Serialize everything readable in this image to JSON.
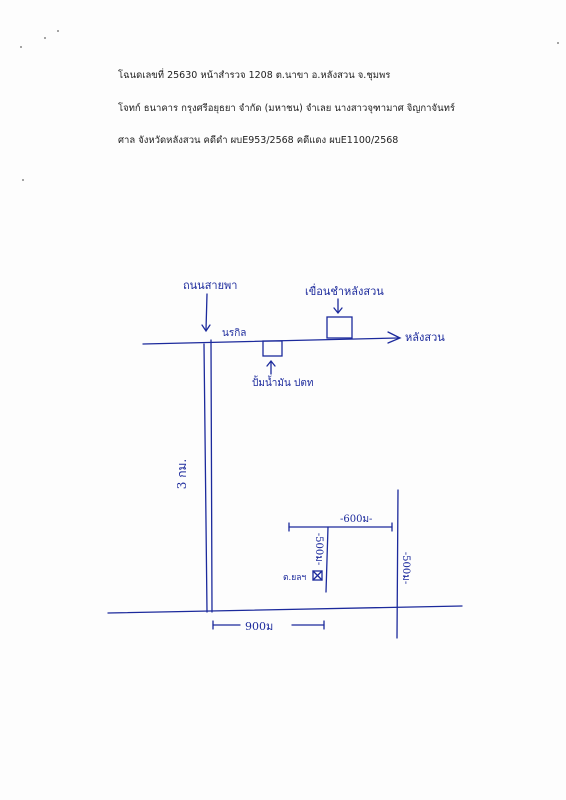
{
  "header": {
    "line1": "โฉนดเลขที่ 25630 หน้าสำรวจ 1208 ต.นาขา อ.หลังสวน จ.ชุมพร",
    "line2": "โจทก์ ธนาคาร กรุงศรีอยุธยา จำกัด (มหาชน) จำเลย นางสาวจุฑามาศ จิญกาจันทร์",
    "line3": "ศาล จังหวัดหลังสวน  คดีดำ ผบE953/2568 คดีแดง ผบE1100/2568"
  },
  "sketch": {
    "road_top_label": "ถนนสายพา",
    "store_label": "นรกิล",
    "dam_label": "เขื่อนชำหลังสวน",
    "direction_label": "หลังสวน",
    "gas_station_label": "ปั้มน้ำมัน ปตท",
    "vertical_distance": "3 กม.",
    "top_distance": "-600ม-",
    "left_distance": "-500ม-",
    "right_distance": "-500ม-",
    "bottom_distance": "900ม",
    "property_label": "ต.ยลฯ",
    "ink_color": "#1c2a9c"
  }
}
